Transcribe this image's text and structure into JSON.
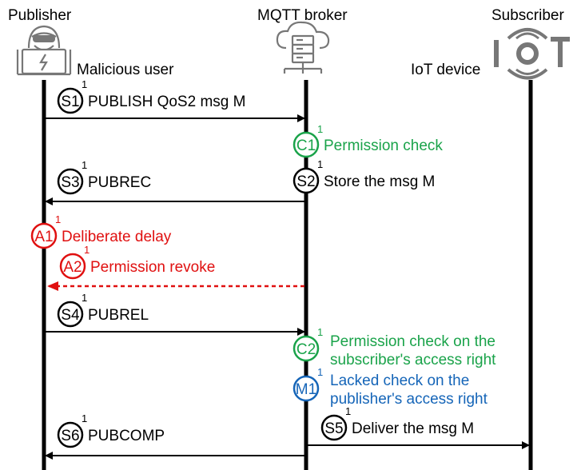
{
  "participants": {
    "publisher": {
      "label": "Publisher",
      "role": "Malicious user"
    },
    "broker": {
      "label": "MQTT broker"
    },
    "subscriber": {
      "label": "Subscriber",
      "role": "IoT device"
    }
  },
  "steps": {
    "s1": {
      "tag": "S1",
      "sup": "1",
      "text": "PUBLISH QoS2 msg M",
      "color": "#000000"
    },
    "c1": {
      "tag": "C1",
      "sup": "1",
      "text": "Permission check",
      "color": "#1aa34a"
    },
    "s3": {
      "tag": "S3",
      "sup": "1",
      "text": "PUBREC",
      "color": "#000000"
    },
    "s2": {
      "tag": "S2",
      "sup": "1",
      "text": "Store the msg M",
      "color": "#000000"
    },
    "a1": {
      "tag": "A1",
      "sup": "1",
      "text": "Deliberate delay",
      "color": "#e01010"
    },
    "a2": {
      "tag": "A2",
      "sup": "1",
      "text": "Permission revoke",
      "color": "#e01010"
    },
    "s4": {
      "tag": "S4",
      "sup": "1",
      "text": "PUBREL",
      "color": "#000000"
    },
    "c2": {
      "tag": "C2",
      "sup": "1",
      "line1": "Permission check on the",
      "line2": "subscriber's access right",
      "color": "#1aa34a"
    },
    "m1": {
      "tag": "M1",
      "sup": "1",
      "line1": "Lacked check on the",
      "line2": "publisher's access right",
      "color": "#1565b8"
    },
    "s5": {
      "tag": "S5",
      "sup": "1",
      "text": "Deliver the msg M",
      "color": "#000000"
    },
    "s6": {
      "tag": "S6",
      "sup": "1",
      "text": "PUBCOMP",
      "color": "#000000"
    }
  },
  "icons": {
    "publisher": "hacker-laptop-icon",
    "broker": "cloud-server-icon",
    "subscriber": "iot-logo-icon"
  }
}
